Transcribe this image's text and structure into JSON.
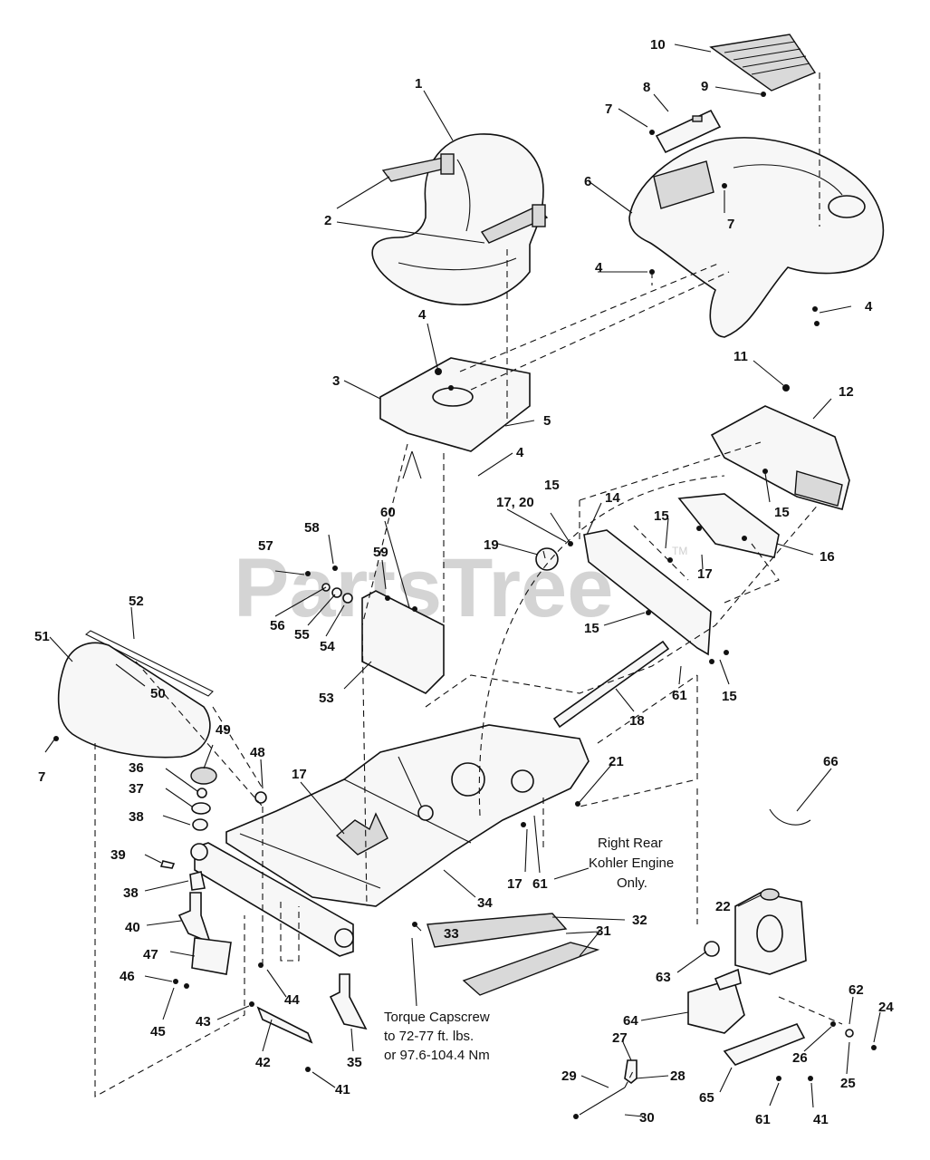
{
  "watermark": {
    "text": "PartsTree",
    "tm": "TM"
  },
  "labels": [
    {
      "id": "l1",
      "text": "1"
    },
    {
      "id": "l2",
      "text": "2"
    },
    {
      "id": "l3",
      "text": "3"
    },
    {
      "id": "l4a",
      "text": "4"
    },
    {
      "id": "l4b",
      "text": "4"
    },
    {
      "id": "l4c",
      "text": "4"
    },
    {
      "id": "l4d",
      "text": "4"
    },
    {
      "id": "l5",
      "text": "5"
    },
    {
      "id": "l6",
      "text": "6"
    },
    {
      "id": "l7a",
      "text": "7"
    },
    {
      "id": "l7b",
      "text": "7"
    },
    {
      "id": "l7c",
      "text": "7"
    },
    {
      "id": "l8",
      "text": "8"
    },
    {
      "id": "l9",
      "text": "9"
    },
    {
      "id": "l10",
      "text": "10"
    },
    {
      "id": "l11",
      "text": "11"
    },
    {
      "id": "l12",
      "text": "12"
    },
    {
      "id": "l14",
      "text": "14"
    },
    {
      "id": "l15a",
      "text": "15"
    },
    {
      "id": "l15b",
      "text": "15"
    },
    {
      "id": "l15c",
      "text": "15"
    },
    {
      "id": "l15d",
      "text": "15"
    },
    {
      "id": "l15e",
      "text": "15"
    },
    {
      "id": "l16",
      "text": "16"
    },
    {
      "id": "l17a",
      "text": "17"
    },
    {
      "id": "l17b",
      "text": "17"
    },
    {
      "id": "l17c",
      "text": "17"
    },
    {
      "id": "l1720",
      "text": "17, 20"
    },
    {
      "id": "l18",
      "text": "18"
    },
    {
      "id": "l19",
      "text": "19"
    },
    {
      "id": "l21",
      "text": "21"
    },
    {
      "id": "l22",
      "text": "22"
    },
    {
      "id": "l24",
      "text": "24"
    },
    {
      "id": "l25",
      "text": "25"
    },
    {
      "id": "l26",
      "text": "26"
    },
    {
      "id": "l27",
      "text": "27"
    },
    {
      "id": "l28",
      "text": "28"
    },
    {
      "id": "l29",
      "text": "29"
    },
    {
      "id": "l30",
      "text": "30"
    },
    {
      "id": "l31",
      "text": "31"
    },
    {
      "id": "l32",
      "text": "32"
    },
    {
      "id": "l33",
      "text": "33"
    },
    {
      "id": "l34",
      "text": "34"
    },
    {
      "id": "l35",
      "text": "35"
    },
    {
      "id": "l36",
      "text": "36"
    },
    {
      "id": "l37",
      "text": "37"
    },
    {
      "id": "l38a",
      "text": "38"
    },
    {
      "id": "l38b",
      "text": "38"
    },
    {
      "id": "l39",
      "text": "39"
    },
    {
      "id": "l40",
      "text": "40"
    },
    {
      "id": "l41a",
      "text": "41"
    },
    {
      "id": "l41b",
      "text": "41"
    },
    {
      "id": "l42",
      "text": "42"
    },
    {
      "id": "l43",
      "text": "43"
    },
    {
      "id": "l44",
      "text": "44"
    },
    {
      "id": "l45",
      "text": "45"
    },
    {
      "id": "l46",
      "text": "46"
    },
    {
      "id": "l47",
      "text": "47"
    },
    {
      "id": "l48",
      "text": "48"
    },
    {
      "id": "l49",
      "text": "49"
    },
    {
      "id": "l50",
      "text": "50"
    },
    {
      "id": "l51",
      "text": "51"
    },
    {
      "id": "l52",
      "text": "52"
    },
    {
      "id": "l53",
      "text": "53"
    },
    {
      "id": "l54",
      "text": "54"
    },
    {
      "id": "l55",
      "text": "55"
    },
    {
      "id": "l56",
      "text": "56"
    },
    {
      "id": "l57",
      "text": "57"
    },
    {
      "id": "l58",
      "text": "58"
    },
    {
      "id": "l59",
      "text": "59"
    },
    {
      "id": "l60",
      "text": "60"
    },
    {
      "id": "l61a",
      "text": "61"
    },
    {
      "id": "l61b",
      "text": "61"
    },
    {
      "id": "l61c",
      "text": "61"
    },
    {
      "id": "l62",
      "text": "62"
    },
    {
      "id": "l63",
      "text": "63"
    },
    {
      "id": "l64",
      "text": "64"
    },
    {
      "id": "l65",
      "text": "65"
    },
    {
      "id": "l66",
      "text": "66"
    }
  ],
  "notes": {
    "kohler": [
      "Right Rear",
      "Kohler Engine",
      "Only."
    ],
    "torque": [
      "Torque Capscrew",
      "to 72-77 ft. lbs.",
      "or 97.6-104.4 Nm"
    ]
  }
}
